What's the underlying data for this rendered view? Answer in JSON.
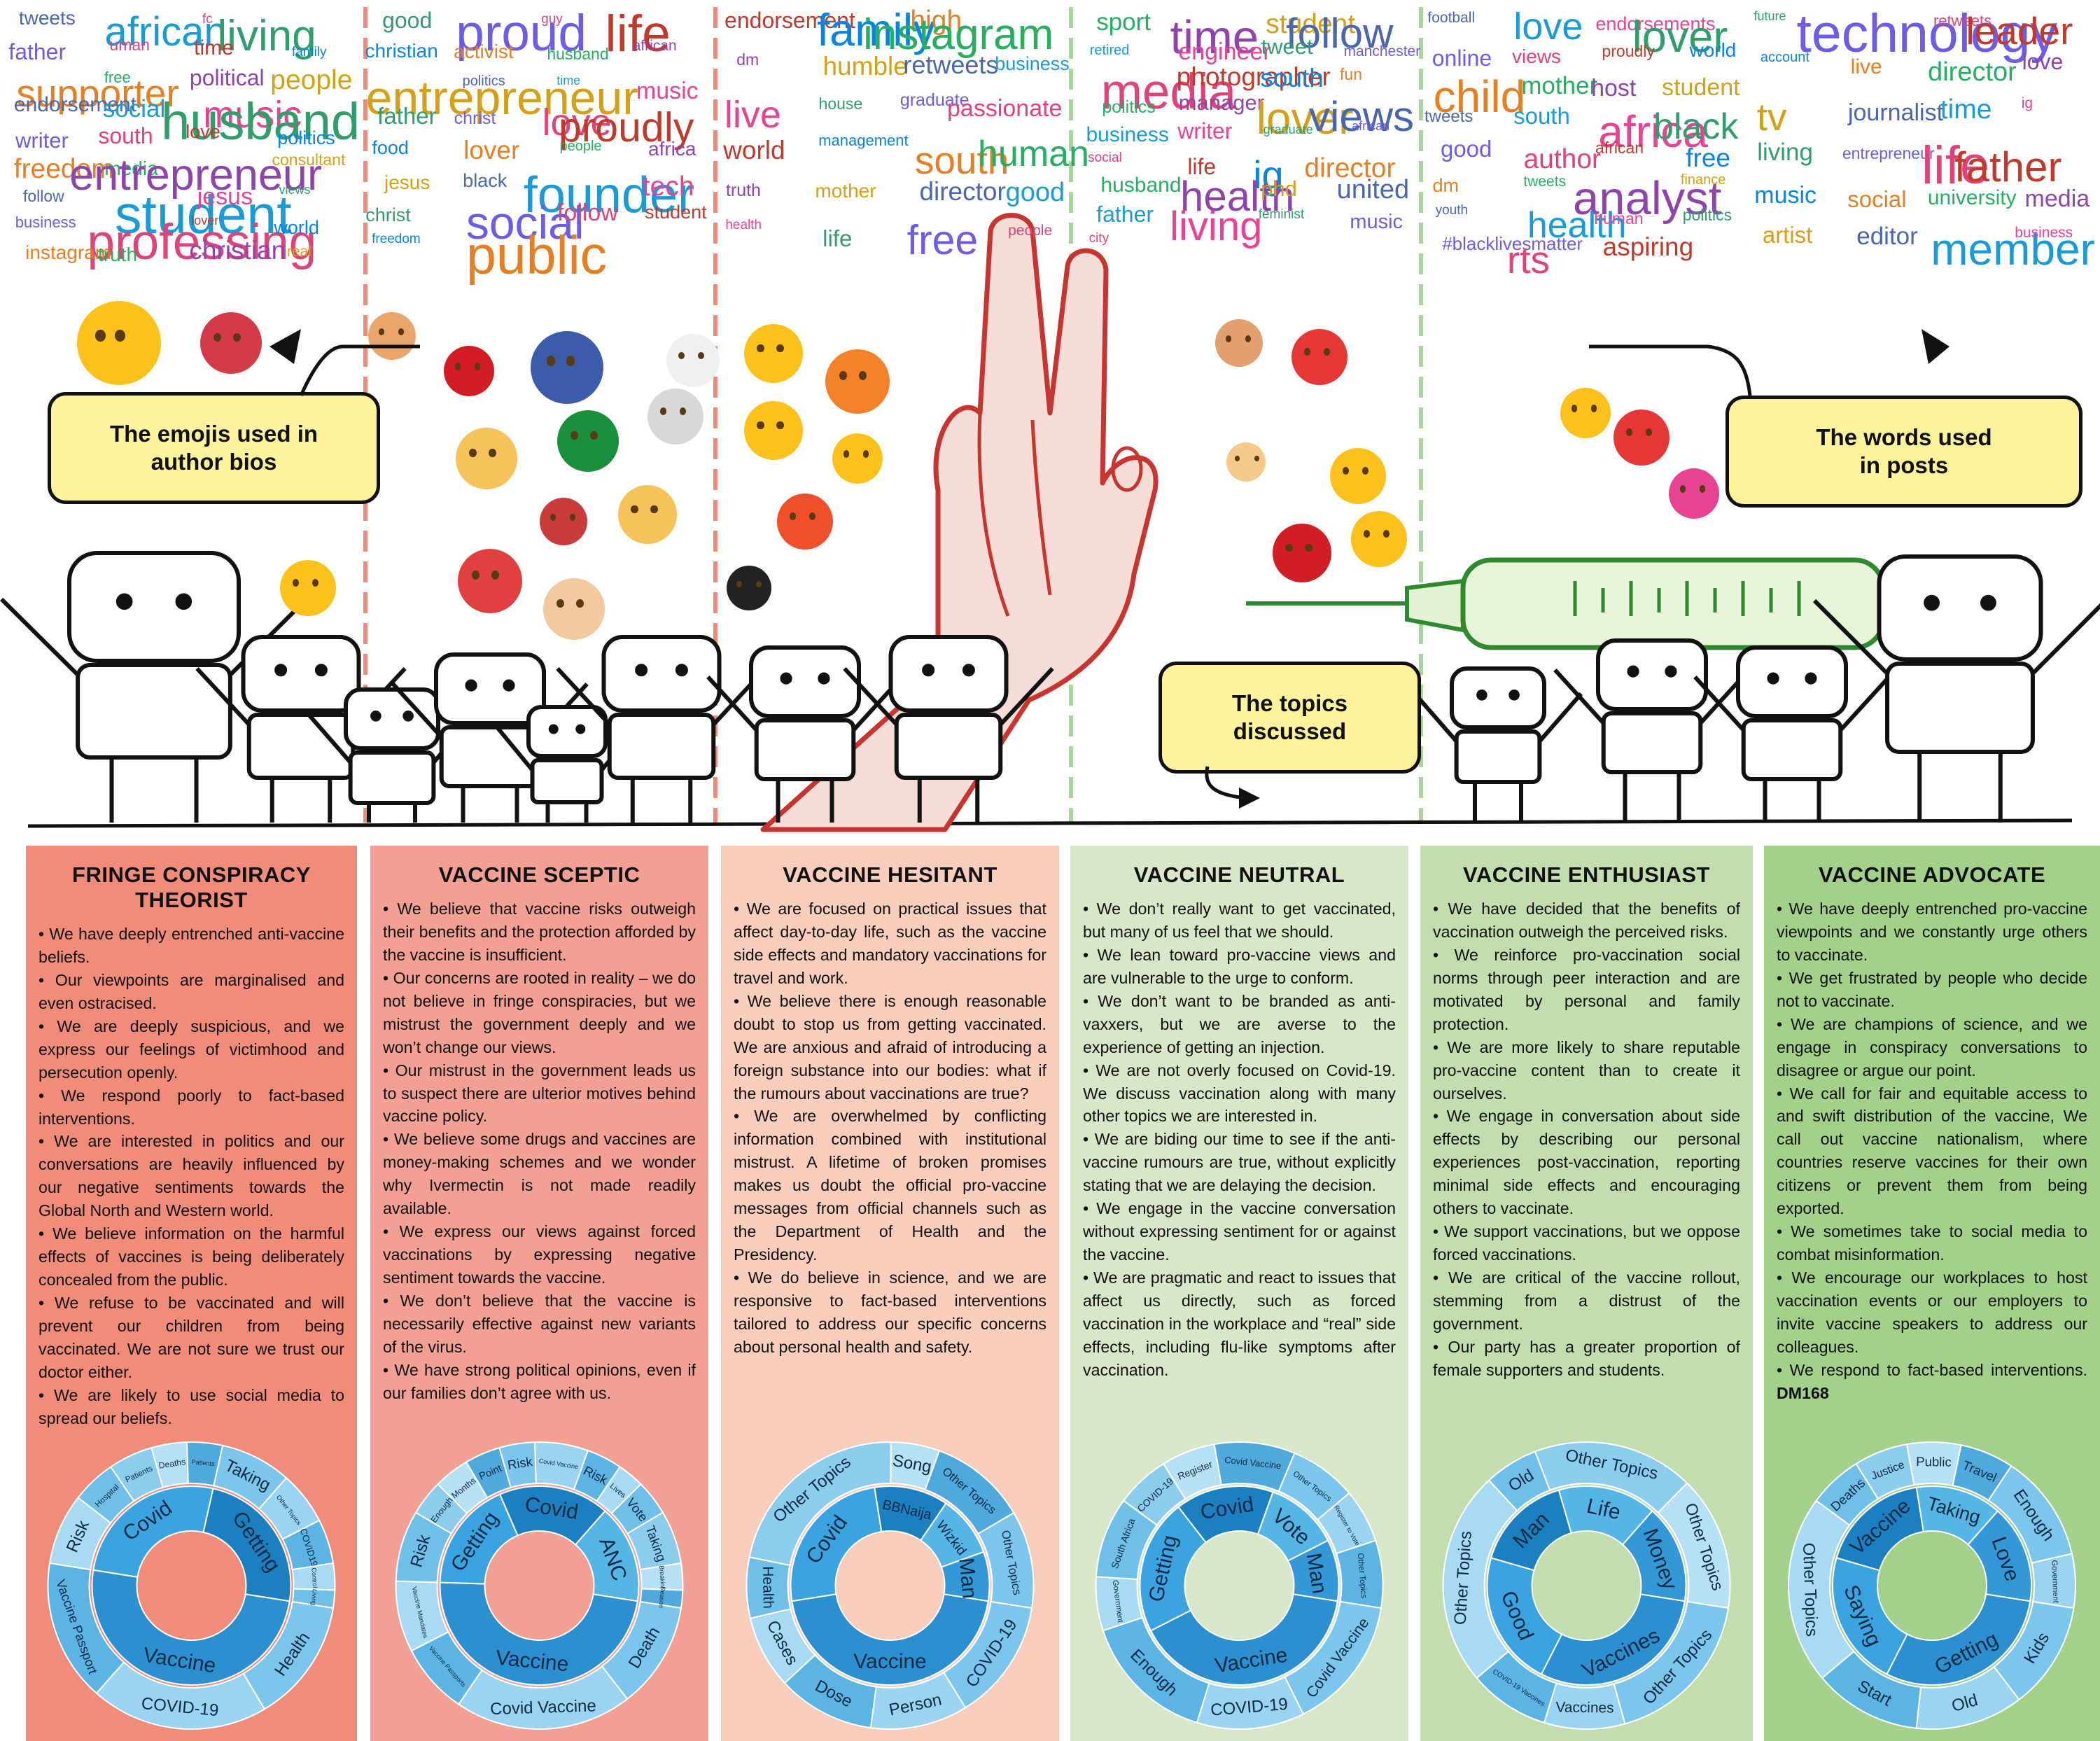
{
  "callouts": {
    "emoji_bios": [
      "The emojis used in",
      "author bios"
    ],
    "topics": [
      "The topics",
      "discussed"
    ],
    "words_posts": [
      "The words used",
      "in posts"
    ]
  },
  "colors": {
    "panel_backgrounds": [
      "#f08c79",
      "#f2a093",
      "#f8cdbb",
      "#d7e7c7",
      "#c2deae",
      "#a3d18a"
    ],
    "callout_fill": "#fdf39c",
    "divider_red": "#ef8a79",
    "divider_green": "#a9d59c",
    "hand_outline": "#c8342f",
    "syringe_green": "#2e8a2e"
  },
  "emoji_cloud_icons": [
    "joy-emoji",
    "broken-heart-emoji",
    "rofl-emoji",
    "see-no-evil-emoji",
    "red-circle-emoji",
    "us-flag-emoji",
    "pray-emoji",
    "nigeria-flag-emoji",
    "skull-emoji",
    "syringe-emoji",
    "smirk-emoji",
    "angry-emoji",
    "clown-emoji",
    "eyes-emoji",
    "rolling-eyes-emoji",
    "flushed-emoji",
    "fire-emoji",
    "blush-emoji",
    "explosion-emoji",
    "cursing-emoji",
    "folded-hands-emoji",
    "hundred-emoji",
    "handshake-emoji",
    "partying-emoji",
    "red-heart-emoji",
    "star-struck-emoji",
    "sunglasses-emoji",
    "siren-emoji",
    "party-popper-emoji"
  ],
  "word_clouds": [
    {
      "panel": "fringe",
      "words": [
        "tweets",
        "african",
        "fc",
        "living",
        "father",
        "uman",
        "time",
        "family",
        "supporter",
        "free",
        "political",
        "people",
        "endorsement",
        "social",
        "music",
        "husband",
        "writer",
        "south",
        "love",
        "politics",
        "freedom",
        "media",
        "entrepreneur",
        "consultant",
        "follow",
        "student",
        "jesus",
        "views",
        "business",
        "professing",
        "lover",
        "world",
        "instagram",
        "truth",
        "christian",
        "real"
      ]
    },
    {
      "panel": "sceptic",
      "words": [
        "good",
        "proud",
        "guy",
        "life",
        "christian",
        "activist",
        "husband",
        "african",
        "entrepreneur",
        "politics",
        "time",
        "music",
        "father",
        "christ",
        "love",
        "proudly",
        "food",
        "lover",
        "people",
        "africa",
        "jesus",
        "black",
        "founder",
        "tech",
        "christ",
        "social",
        "follow",
        "student",
        "freedom",
        "public"
      ]
    },
    {
      "panel": "hesitant",
      "words": [
        "endorsement",
        "family",
        "high",
        "instagram",
        "dm",
        "humble",
        "retweets",
        "business",
        "live",
        "house",
        "graduate",
        "passionate",
        "world",
        "management",
        "south",
        "human",
        "truth",
        "mother",
        "director",
        "good",
        "health",
        "life",
        "free",
        "people"
      ]
    },
    {
      "panel": "neutral",
      "words": [
        "sport",
        "time",
        "student",
        "follow",
        "retired",
        "engineer",
        "tweet",
        "manchester",
        "media",
        "photographer",
        "south",
        "fun",
        "politics",
        "manager",
        "lover",
        "views",
        "business",
        "writer",
        "graduate",
        "african",
        "social",
        "life",
        "ig",
        "director",
        "husband",
        "health",
        "phd",
        "united",
        "father",
        "living",
        "feminist",
        "music",
        "city"
      ]
    },
    {
      "panel": "enthusiast",
      "words": [
        "football",
        "love",
        "endorsements",
        "lover",
        "online",
        "views",
        "proudly",
        "world",
        "child",
        "mother",
        "host",
        "student",
        "tweets",
        "south",
        "africa",
        "black",
        "good",
        "author",
        "african",
        "free",
        "dm",
        "tweets",
        "analyst",
        "finance",
        "youth",
        "health",
        "human",
        "politics",
        "#blacklivesmatter",
        "rts",
        "aspiring"
      ]
    },
    {
      "panel": "advocate",
      "words": [
        "future",
        "technology",
        "retweets",
        "leader",
        "account",
        "live",
        "director",
        "love",
        "tv",
        "journalist",
        "time",
        "ig",
        "living",
        "entrepreneur",
        "life",
        "father",
        "music",
        "social",
        "university",
        "media",
        "artist",
        "editor",
        "member",
        "business"
      ]
    }
  ],
  "panels": [
    {
      "title": "FRINGE CONSPIRACY THEORIST",
      "bullets": [
        "We have deeply entrenched anti-vaccine beliefs.",
        "Our viewpoints are marginalised and even ostracised.",
        "We are deeply suspicious, and we express our feelings of victimhood and persecution openly.",
        "We respond poorly to fact-based interventions.",
        "We are interested in politics and our conversations are heavily influenced by our negative sentiments towards the Global North and Western world.",
        "We believe information on the harmful effects of vaccines is being deliberately concealed from the public.",
        "We refuse to be vaccinated and will prevent our children from being vaccinated. We are not sure we trust our doctor either.",
        "We are likely to use social media to spread our beliefs."
      ]
    },
    {
      "title": "VACCINE SCEPTIC",
      "bullets": [
        "We believe that vaccine risks outweigh their benefits and the protection afforded by the vaccine is insufficient.",
        "Our concerns are rooted in reality – we do not believe in fringe conspiracies, but we mistrust the government deeply and we won’t change our views.",
        "Our mistrust in the government leads us to suspect there are ulterior motives behind vaccine policy.",
        "We believe some drugs and vaccines are money-making schemes and we wonder why Ivermectin is not made readily available.",
        "We express our views against forced vaccinations by expressing negative sentiment towards the vaccine.",
        "We don’t believe that the vaccine is necessarily effective against new variants of the virus.",
        "We have strong political opinions, even if our families don’t agree with us."
      ]
    },
    {
      "title": "VACCINE HESITANT",
      "bullets": [
        "We are focused on practical issues that affect day-to-day life, such as the vaccine side effects and mandatory vaccinations for travel and work.",
        "We believe there is enough reasonable doubt to stop us from getting vaccinated. We are anxious and afraid of introducing a foreign substance into our bodies: what if the rumours about vaccinations are true?",
        "We are overwhelmed by conflicting information combined with institutional mistrust. A lifetime of broken promises makes us doubt the official pro-vaccine messages from official channels such as the Department of Health and the Presidency.",
        "We do believe in science, and we are responsive to fact-based interventions tailored to address our specific concerns about personal health and safety."
      ]
    },
    {
      "title": "VACCINE NEUTRAL",
      "bullets": [
        "We don’t really want to get vaccinated, but many of us feel that we should.",
        "We lean toward pro-vaccine views and are vulnerable to the urge to conform.",
        "We don’t want to be branded as anti-vaxxers, but we are averse to the experience of getting an injection.",
        "We are not overly focused on Covid-19. We discuss vaccination along with many other topics we are interested in.",
        "We are biding our time to see if the anti-vaccine rumours are true, without explicitly stating that we are delaying the decision.",
        "We engage in the vaccine conversation without expressing sentiment for or against the vaccine.",
        "We are pragmatic and react to issues that affect us directly, such as forced vaccination in the workplace and “real” side effects, including flu-like symptoms after vaccination."
      ]
    },
    {
      "title": "VACCINE ENTHUSIAST",
      "bullets": [
        "We have decided that the benefits of vaccination outweigh the perceived risks.",
        "We reinforce pro-vaccination social norms through peer interaction and are motivated by personal and family protection.",
        "We are more likely to share reputable pro-vaccine content than to create it ourselves.",
        "We engage in conversation about side effects by describing our personal experiences post-vaccination, reporting minimal side effects and encouraging others to vaccinate.",
        "We support vaccinations, but we oppose forced vaccinations.",
        "We are critical of the vaccine rollout, stemming from a distrust of the government.",
        "Our party has a greater proportion of female supporters and students."
      ]
    },
    {
      "title": "VACCINE ADVOCATE",
      "bullets": [
        "We have deeply entrenched pro-vaccine viewpoints and we constantly urge others to vaccinate.",
        "We get frustrated by people who decide not to vaccinate.",
        "We are champions of science, and we engage in conspiracy conversations to disagree or argue our point.",
        "We call for fair and equitable access to and swift distribution of the vaccine, We call out vaccine nationalism, where countries reserve vaccines for their own citizens or prevent them from being exported.",
        "We sometimes take to social media to combat misinformation.",
        "We encourage our workplaces to host vaccination events or our employers to invite vaccine speakers to address our colleagues.",
        "We respond to fact-based interventions."
      ],
      "code": "DM168"
    }
  ],
  "chart_data": [
    {
      "type": "sunburst",
      "panel": "FRINGE CONSPIRACY THEORIST",
      "inner": [
        {
          "name": "Vaccine",
          "value": 50
        },
        {
          "name": "Covid",
          "value": 26
        },
        {
          "name": "Getting",
          "value": 24
        }
      ],
      "outer": [
        {
          "name": "Health",
          "value": 14
        },
        {
          "name": "COVID-19",
          "value": 20
        },
        {
          "name": "Vaccine Passport",
          "value": 16
        },
        {
          "name": "Risk",
          "value": 8
        },
        {
          "name": "Hospital",
          "value": 5
        },
        {
          "name": "Patients",
          "value": 5
        },
        {
          "name": "Deaths",
          "value": 4
        },
        {
          "name": "Patients",
          "value": 4
        },
        {
          "name": "Taking",
          "value": 8
        },
        {
          "name": "Other Topics",
          "value": 6
        },
        {
          "name": "COVID19",
          "value": 5
        },
        {
          "name": "Control",
          "value": 3
        },
        {
          "name": "Living",
          "value": 2
        }
      ]
    },
    {
      "type": "sunburst",
      "panel": "VACCINE SCEPTIC",
      "inner": [
        {
          "name": "Vaccine",
          "value": 48
        },
        {
          "name": "Getting",
          "value": 18
        },
        {
          "name": "Covid",
          "value": 18
        },
        {
          "name": "ANC",
          "value": 16
        }
      ],
      "outer": [
        {
          "name": "Death",
          "value": 12
        },
        {
          "name": "Covid Vaccine",
          "value": 20
        },
        {
          "name": "Vaccine Passports",
          "value": 8
        },
        {
          "name": "Vaccine Mandates",
          "value": 8
        },
        {
          "name": "Risk",
          "value": 8
        },
        {
          "name": "Enough",
          "value": 4
        },
        {
          "name": "Months",
          "value": 4
        },
        {
          "name": "Point",
          "value": 4
        },
        {
          "name": "Risk",
          "value": 4
        },
        {
          "name": "Covid Vaccine",
          "value": 6
        },
        {
          "name": "Risk",
          "value": 4
        },
        {
          "name": "Lives",
          "value": 3
        },
        {
          "name": "Vote",
          "value": 4
        },
        {
          "name": "Taking",
          "value": 6
        },
        {
          "name": "Breaking",
          "value": 3
        },
        {
          "name": "Reason",
          "value": 2
        }
      ]
    },
    {
      "type": "sunburst",
      "panel": "VACCINE HESITANT",
      "inner": [
        {
          "name": "Vaccine",
          "value": 45
        },
        {
          "name": "Covid",
          "value": 25
        },
        {
          "name": "BBNaija",
          "value": 12
        },
        {
          "name": "Wizkid",
          "value": 10
        },
        {
          "name": "Man",
          "value": 8
        }
      ],
      "outer": [
        {
          "name": "COVID-19",
          "value": 10
        },
        {
          "name": "Person",
          "value": 8
        },
        {
          "name": "Dose",
          "value": 8
        },
        {
          "name": "Cases",
          "value": 6
        },
        {
          "name": "Health",
          "value": 5
        },
        {
          "name": "Other Topics",
          "value": 16
        },
        {
          "name": "Song",
          "value": 4
        },
        {
          "name": "Other Topics",
          "value": 8
        },
        {
          "name": "Other Topics",
          "value": 8
        }
      ]
    },
    {
      "type": "sunburst",
      "panel": "VACCINE NEUTRAL",
      "inner": [
        {
          "name": "Vaccine",
          "value": 40
        },
        {
          "name": "Getting",
          "value": 22
        },
        {
          "name": "Covid",
          "value": 16
        },
        {
          "name": "Vote",
          "value": 12
        },
        {
          "name": "Man",
          "value": 10
        }
      ],
      "outer": [
        {
          "name": "Covid Vaccine",
          "value": 10
        },
        {
          "name": "COVID-19",
          "value": 8
        },
        {
          "name": "Enough",
          "value": 10
        },
        {
          "name": "Government",
          "value": 4
        },
        {
          "name": "South Africa",
          "value": 6
        },
        {
          "name": "COVID-19",
          "value": 4
        },
        {
          "name": "Register",
          "value": 4
        },
        {
          "name": "Covid Vaccine",
          "value": 6
        },
        {
          "name": "Other Topics",
          "value": 5
        },
        {
          "name": "Register to Vote",
          "value": 4
        },
        {
          "name": "Other Topics",
          "value": 5
        }
      ]
    },
    {
      "type": "sunburst",
      "panel": "VACCINE ENTHUSIAST",
      "inner": [
        {
          "name": "Vaccines",
          "value": 30
        },
        {
          "name": "Good",
          "value": 22
        },
        {
          "name": "Man",
          "value": 16
        },
        {
          "name": "Life",
          "value": 16
        },
        {
          "name": "Money",
          "value": 16
        }
      ],
      "outer": [
        {
          "name": "Other Topics",
          "value": 12
        },
        {
          "name": "Vaccines",
          "value": 6
        },
        {
          "name": "COVID-19 Vaccines",
          "value": 6
        },
        {
          "name": "Other Topics",
          "value": 16
        },
        {
          "name": "Old",
          "value": 4
        },
        {
          "name": "Other Topics",
          "value": 12
        },
        {
          "name": "Other Topics",
          "value": 10
        }
      ]
    },
    {
      "type": "sunburst",
      "panel": "VACCINE ADVOCATE",
      "inner": [
        {
          "name": "Getting",
          "value": 30
        },
        {
          "name": "Saying",
          "value": 22
        },
        {
          "name": "Vaccine",
          "value": 18
        },
        {
          "name": "Taking",
          "value": 14
        },
        {
          "name": "Love",
          "value": 16
        }
      ],
      "outer": [
        {
          "name": "Kids",
          "value": 8
        },
        {
          "name": "Old",
          "value": 8
        },
        {
          "name": "Start",
          "value": 8
        },
        {
          "name": "Other Topics",
          "value": 14
        },
        {
          "name": "Deaths",
          "value": 4
        },
        {
          "name": "Justice",
          "value": 4
        },
        {
          "name": "Public",
          "value": 4
        },
        {
          "name": "Travel",
          "value": 4
        },
        {
          "name": "Enough",
          "value": 8
        },
        {
          "name": "Government",
          "value": 4
        }
      ]
    }
  ]
}
